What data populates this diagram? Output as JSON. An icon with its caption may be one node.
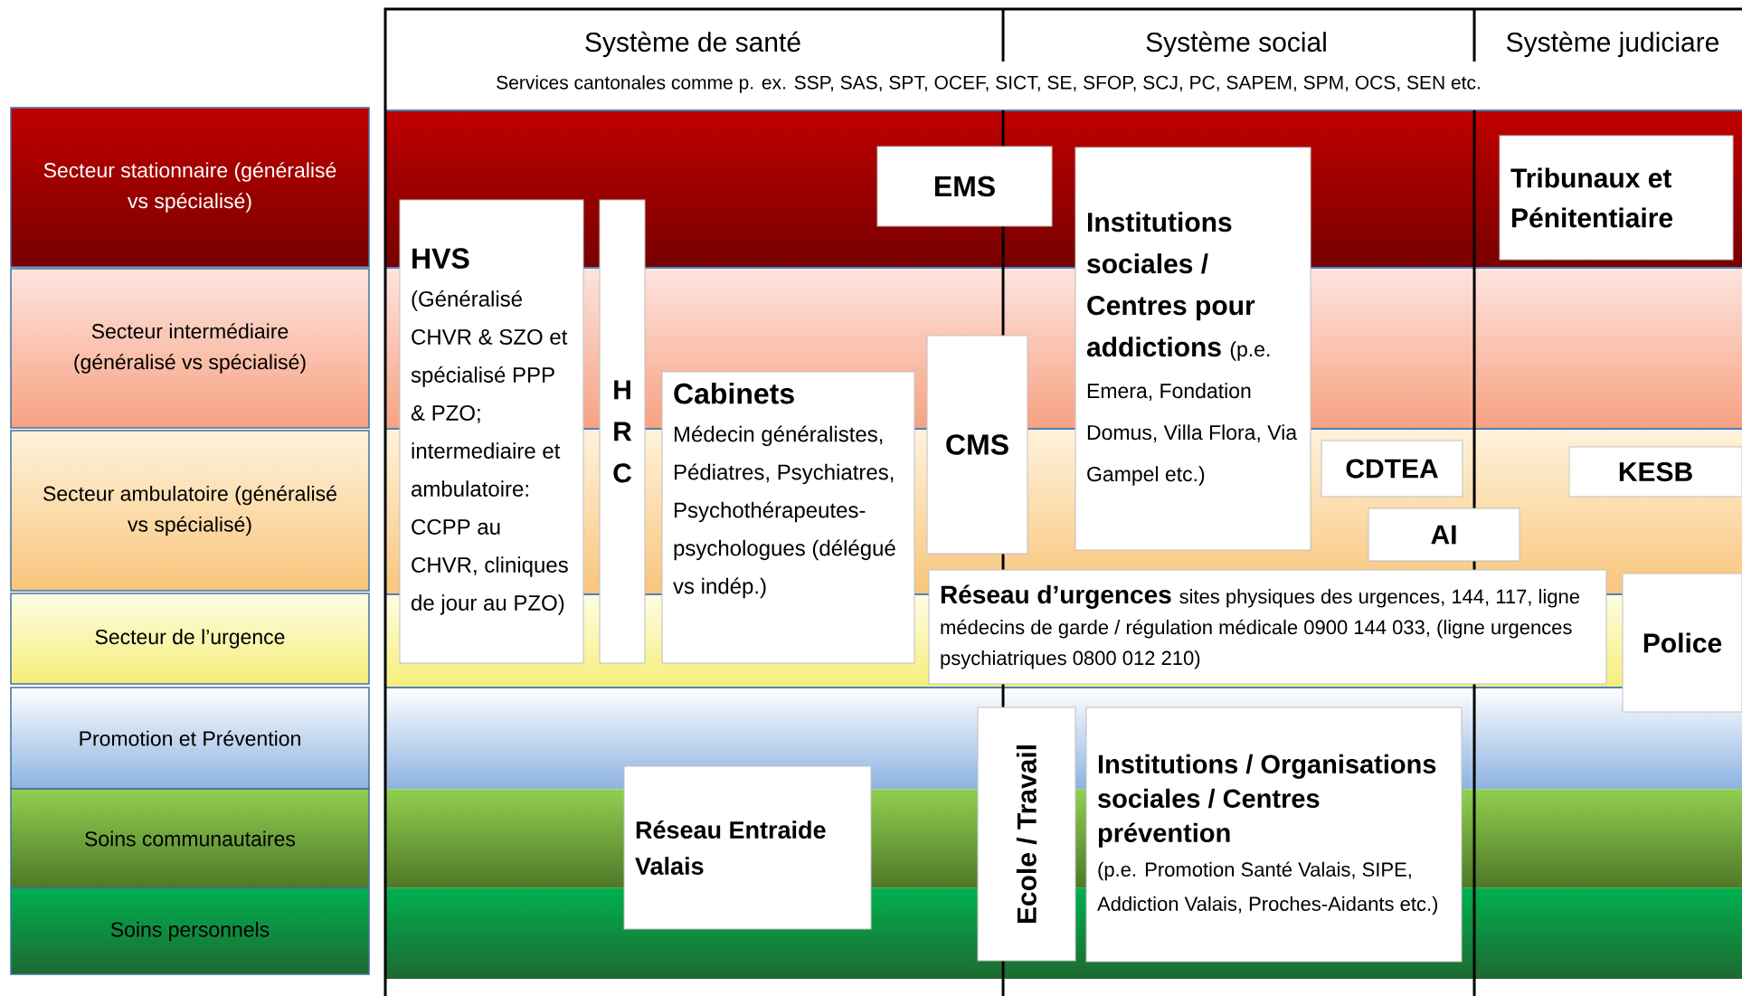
{
  "diagram": {
    "nodes": [
      {
        "text": [
          "Secteur stationnaire (généralisé vs spécialisé)"
        ]
      },
      {
        "text": [
          "Secteur intermédiaire (généralisé vs spécialisé)"
        ]
      },
      {
        "text": [
          "Secteur ambulatoire (généralisé vs spécialisé)"
        ]
      },
      {
        "text": [
          "Secteur de l’urgence"
        ]
      },
      {
        "text": [
          "Promotion et Prévention"
        ]
      },
      {
        "text": [
          "Soins communautaires"
        ]
      },
      {
        "text": [
          "Soins personnels"
        ]
      },
      {
        "text": [
          "EMS"
        ]
      },
      {
        "text": [
          "Institutions sociales / Centres pour addictions",
          "(p.e. Emera, Fondation Domus, Villa Flora, Via Gampel etc.)"
        ]
      },
      {
        "text": [
          "Tribunaux et Pénitentiaire"
        ]
      },
      {
        "text": [
          "HVS",
          "(Généralisé CHVR & SZO et spécialisé PPP & PZO; intermediaire et ambulatoire: CCPP au CHVR, cliniques de jour au PZO)"
        ]
      },
      {
        "text": [
          "H R C"
        ]
      },
      {
        "text": [
          "Cabinets",
          "Médecin généralistes, Pédiatres, Psychiatres, Psychothérapeutes-psychologues (délégué vs indép.)"
        ]
      },
      {
        "text": [
          "CMS"
        ]
      },
      {
        "text": [
          "CDTEA"
        ]
      },
      {
        "text": [
          "KESB"
        ]
      },
      {
        "text": [
          "AI"
        ]
      },
      {
        "text": [
          "Réseau d’urgences",
          "sites physiques des urgences, 144, 117, ligne médecins de garde / régulation médicale 0900 144 033, (ligne urgences psychiatriques 0800 012 210)"
        ]
      },
      {
        "text": [
          "Police"
        ]
      },
      {
        "text": [
          "Réseau Entraide Valais"
        ]
      },
      {
        "text": [
          "Ecole / Travail"
        ]
      },
      {
        "text": [
          "Institutions / Organisations sociales / Centres prévention",
          "(p.e. Promotion Santé Valais, SIPE, Addiction Valais, Proches-Aidants etc.)"
        ]
      }
    ],
    "labels": [
      "Système de santé",
      "Système social",
      "Système judiciare",
      "Services cantonales comme p. ex. SSP, SAS, SPT, OCEF, SICT, SE, SFOP, SCJ, PC, SAPEM, SPM, OCS, SEN etc."
    ]
  }
}
